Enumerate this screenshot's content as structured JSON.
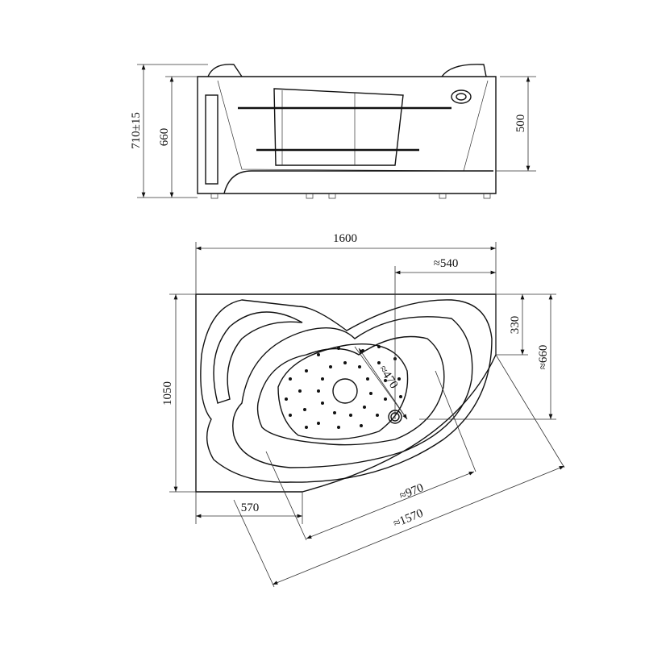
{
  "side_view": {
    "dimensions": {
      "total_height": "710±15",
      "body_height": "660",
      "rim_height": "500"
    }
  },
  "plan_view": {
    "dimensions": {
      "length": "1600",
      "corner_offset": "≈540",
      "corner_depth": "330",
      "right_side": "≈660",
      "width": "1050",
      "bottom_edge": "570",
      "inner_diameter": "≈470",
      "inner_length": "≈970",
      "diagonal_length": "≈1570"
    }
  }
}
